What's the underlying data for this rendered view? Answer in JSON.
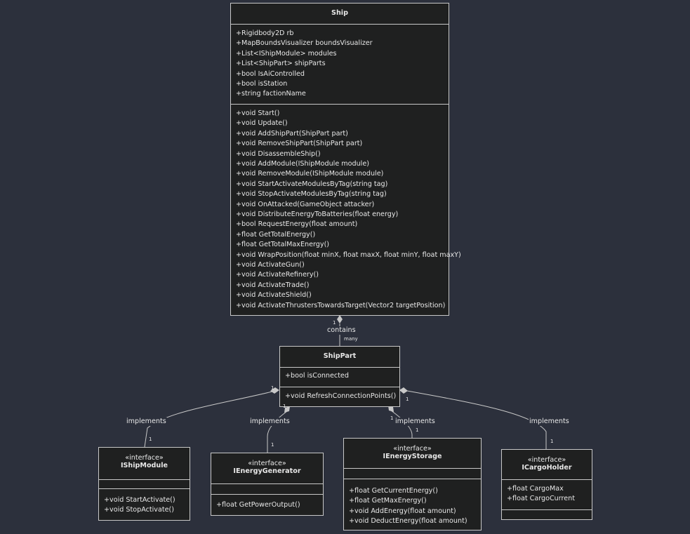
{
  "classes": {
    "ship": {
      "name": "Ship",
      "attributes": [
        "+Rigidbody2D rb",
        "+MapBoundsVisualizer boundsVisualizer",
        "+List<IShipModule> modules",
        "+List<ShipPart> shipParts",
        "+bool IsAiControlled",
        "+bool isStation",
        "+string factionName"
      ],
      "methods": [
        "+void Start()",
        "+void Update()",
        "+void AddShipPart(ShipPart part)",
        "+void RemoveShipPart(ShipPart part)",
        "+void DisassembleShip()",
        "+void AddModule(IShipModule module)",
        "+void RemoveModule(IShipModule module)",
        "+void StartActivateModulesByTag(string tag)",
        "+void StopActivateModulesByTag(string tag)",
        "+void OnAttacked(GameObject attacker)",
        "+void DistributeEnergyToBatteries(float energy)",
        "+bool RequestEnergy(float amount)",
        "+float GetTotalEnergy()",
        "+float GetTotalMaxEnergy()",
        "+void WrapPosition(float minX, float maxX, float minY, float maxY)",
        "+void ActivateGun()",
        "+void ActivateRefinery()",
        "+void ActivateTrade()",
        "+void ActivateShield()",
        "+void ActivateThrustersTowardsTarget(Vector2 targetPosition)"
      ]
    },
    "shippart": {
      "name": "ShipPart",
      "attributes": [
        "+bool isConnected"
      ],
      "methods": [
        "+void RefreshConnectionPoints()"
      ]
    },
    "ishipmodule": {
      "stereotype": "«interface»",
      "name": "IShipModule",
      "attributes": [],
      "methods": [
        "+void StartActivate()",
        "+void StopActivate()"
      ]
    },
    "ienergygenerator": {
      "stereotype": "«interface»",
      "name": "IEnergyGenerator",
      "attributes": [],
      "methods": [
        "+float GetPowerOutput()"
      ]
    },
    "ienergystorage": {
      "stereotype": "«interface»",
      "name": "IEnergyStorage",
      "attributes": [],
      "methods": [
        "+float GetCurrentEnergy()",
        "+float GetMaxEnergy()",
        "+void AddEnergy(float amount)",
        "+void DeductEnergy(float amount)"
      ]
    },
    "icargoholder": {
      "stereotype": "«interface»",
      "name": "ICargoHolder",
      "attributes": [
        "+float CargoMax",
        "+float CargoCurrent"
      ],
      "methods": []
    }
  },
  "relations": {
    "contains": {
      "label": "contains",
      "source_mult": "1",
      "target_mult": "many"
    },
    "impl_ishipmodule": {
      "label": "implements",
      "source_mult": "1",
      "target_mult": "1"
    },
    "impl_ienergygenerator": {
      "label": "implements",
      "source_mult": "1",
      "target_mult": "1"
    },
    "impl_ienergystorage": {
      "label": "implements",
      "source_mult": "1",
      "target_mult": "1"
    },
    "impl_icargoholder": {
      "label": "implements",
      "source_mult": "1",
      "target_mult": "1"
    }
  },
  "colors": {
    "background": "#2c303c",
    "box_fill": "#1f2020",
    "stroke": "#c8c8c8",
    "text": "#e8e8e8"
  }
}
